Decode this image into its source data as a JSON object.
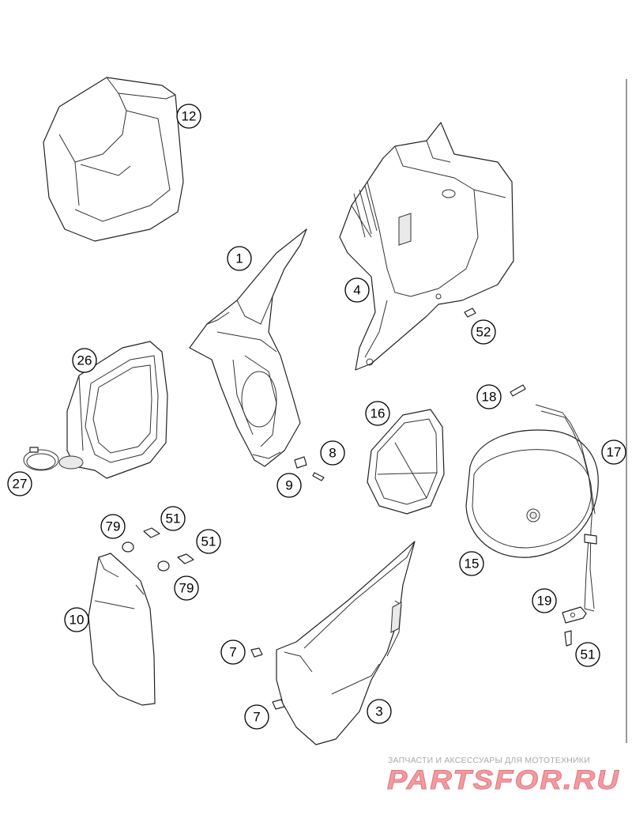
{
  "callouts": [
    {
      "id": "12",
      "label": "12"
    },
    {
      "id": "1",
      "label": "1"
    },
    {
      "id": "4",
      "label": "4"
    },
    {
      "id": "52",
      "label": "52"
    },
    {
      "id": "26",
      "label": "26"
    },
    {
      "id": "18",
      "label": "18"
    },
    {
      "id": "16",
      "label": "16"
    },
    {
      "id": "17",
      "label": "17"
    },
    {
      "id": "8",
      "label": "8"
    },
    {
      "id": "9",
      "label": "9"
    },
    {
      "id": "27",
      "label": "27"
    },
    {
      "id": "79a",
      "label": "79"
    },
    {
      "id": "51a",
      "label": "51"
    },
    {
      "id": "51b",
      "label": "51"
    },
    {
      "id": "79b",
      "label": "79"
    },
    {
      "id": "15",
      "label": "15"
    },
    {
      "id": "10",
      "label": "10"
    },
    {
      "id": "19",
      "label": "19"
    },
    {
      "id": "7a",
      "label": "7"
    },
    {
      "id": "51c",
      "label": "51"
    },
    {
      "id": "3",
      "label": "3"
    },
    {
      "id": "7b",
      "label": "7"
    }
  ],
  "watermark": {
    "caption": "ЗАПЧАСТИ И АКСЕССУАРЫ ДЛЯ МОТОТЕХНИКИ",
    "logo": "PARTSFOR.RU",
    "color": "#f29aa0"
  }
}
